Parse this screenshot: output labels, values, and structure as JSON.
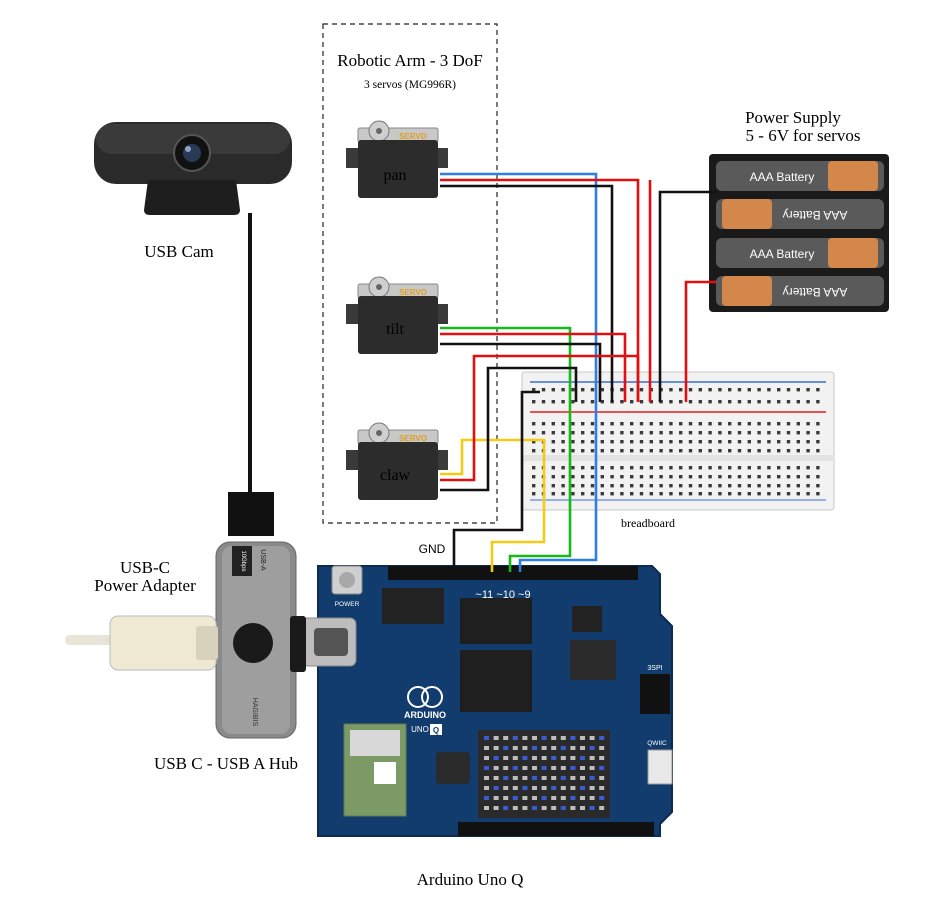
{
  "title": "Robotic Arm - 3 DoF",
  "subtitle": "3 servos (MG996R)",
  "labels": {
    "usb_cam": "USB Cam",
    "power_supply_line1": "Power Supply",
    "power_supply_line2": "5 - 6V for servos",
    "breadboard": "breadboard",
    "gnd": "GND",
    "usbc_adapter_line1": "USB-C",
    "usbc_adapter_line2": "Power Adapter",
    "hub": "USB C - USB A Hub",
    "arduino": "Arduino Uno Q",
    "pins": "~11 ~10 ~9"
  },
  "servos": [
    {
      "name": "pan",
      "tag": "SERVO"
    },
    {
      "name": "tilt",
      "tag": "SERVO"
    },
    {
      "name": "claw",
      "tag": "SERVO"
    }
  ],
  "batteries": [
    "AAA Battery",
    "AAA Battery",
    "AAA Battery",
    "AAA Battery"
  ],
  "hub_text": {
    "top": "USB-A",
    "bottom": "HAGIBIS",
    "brand": "10Gbps"
  },
  "board_text": {
    "brand": "ARDUINO",
    "model": "UNO",
    "model_tag": "Q",
    "power": "POWER",
    "spi": "3SPI",
    "qwiic": "QWIIC"
  },
  "wire_colors": {
    "blue": "#2f7fe0",
    "red": "#e01010",
    "black": "#111111",
    "green": "#18b818",
    "yellow": "#f2cc14"
  },
  "board_color": "#123c6e"
}
